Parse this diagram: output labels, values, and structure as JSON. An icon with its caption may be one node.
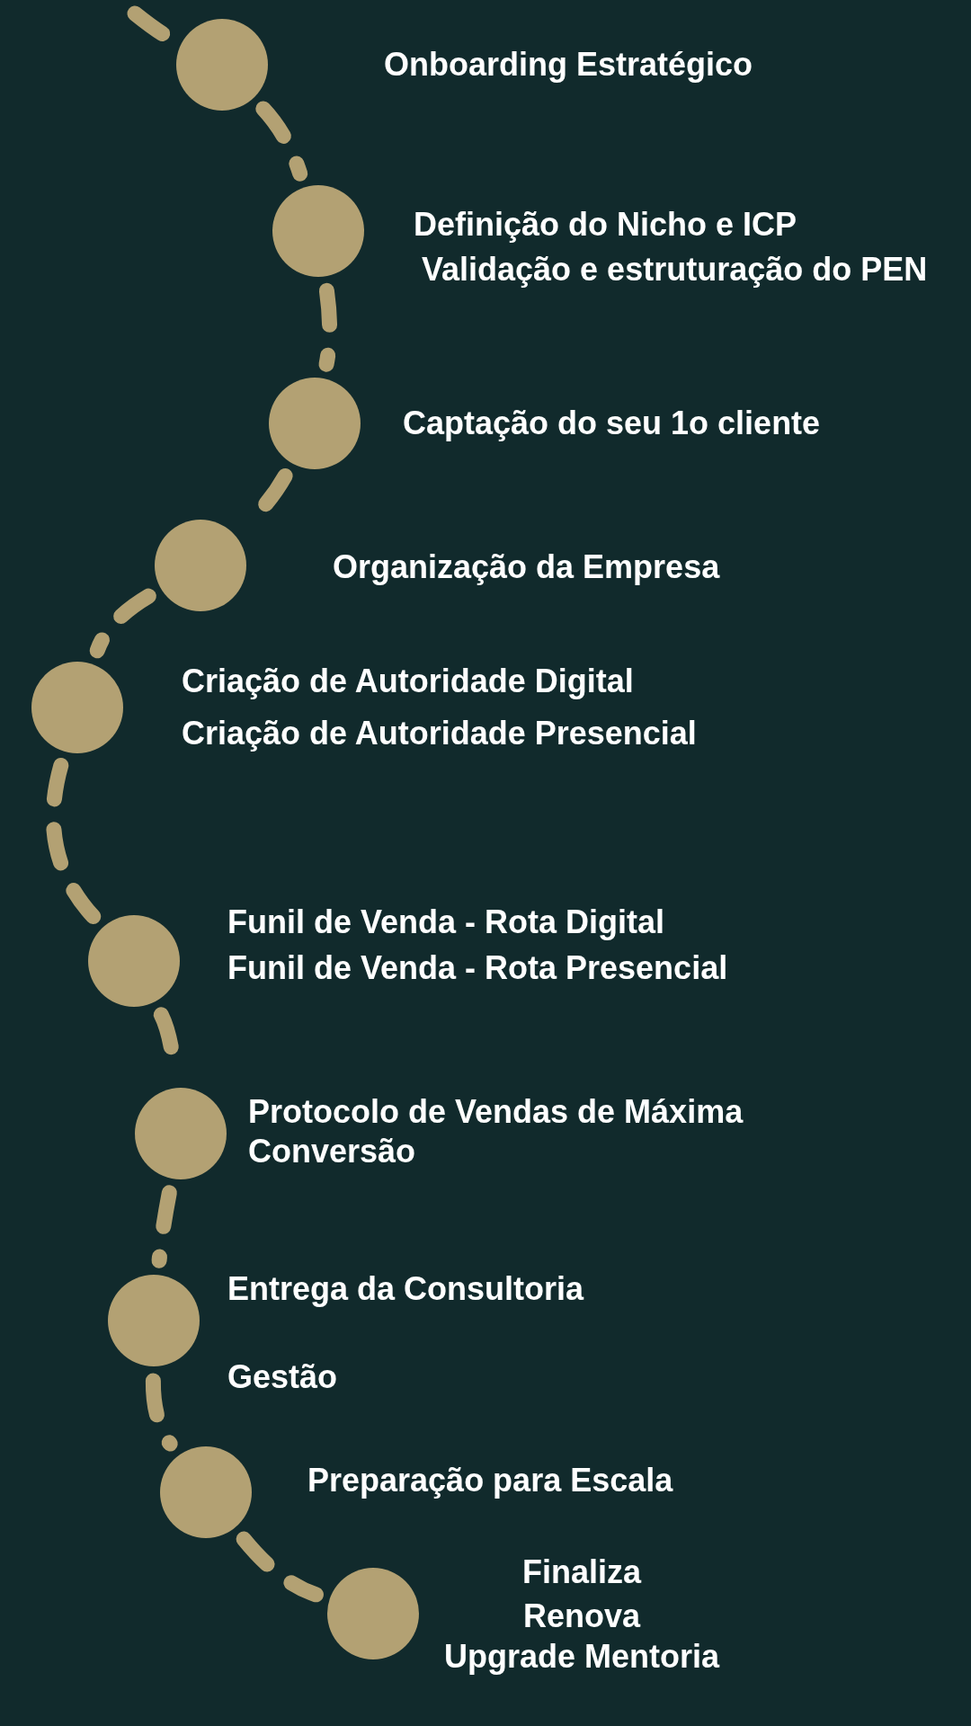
{
  "diagram": {
    "nodes": [
      {
        "text": [],
        "shape": "circle",
        "beside": [
          "Onboarding Estratégico"
        ]
      },
      {
        "text": [],
        "shape": "circle",
        "beside": [
          "Definição do Nicho e ICP",
          "Validação e estruturação do PEN"
        ]
      },
      {
        "text": [],
        "shape": "circle",
        "beside": [
          "Captação do seu 1o cliente"
        ]
      },
      {
        "text": [],
        "shape": "circle",
        "beside": [
          "Organização da Empresa"
        ]
      },
      {
        "text": [],
        "shape": "circle",
        "beside": [
          "Criação de Autoridade Digital",
          "Criação de Autoridade Presencial"
        ]
      },
      {
        "text": [],
        "shape": "circle",
        "beside": [
          "Funil de Venda - Rota Digital",
          "Funil de Venda - Rota Presencial"
        ]
      },
      {
        "text": [],
        "shape": "circle",
        "beside": [
          "Protocolo de Vendas de Máxima Conversão"
        ]
      },
      {
        "text": [],
        "shape": "circle",
        "beside": [
          "Entrega da Consultoria",
          "Gestão"
        ]
      },
      {
        "text": [],
        "shape": "circle",
        "beside": [
          "Preparação para Escala"
        ]
      },
      {
        "text": [],
        "shape": "circle",
        "beside": [
          "Finaliza",
          "Renova",
          "Upgrade Mentoria"
        ]
      }
    ],
    "edges": [
      {
        "from": null,
        "to": 0,
        "arrow": "none",
        "style": "dashed"
      },
      {
        "from": 0,
        "to": 1,
        "arrow": "none",
        "style": "dashed"
      },
      {
        "from": 1,
        "to": 2,
        "arrow": "none",
        "style": "dashed"
      },
      {
        "from": 2,
        "to": 3,
        "arrow": "none",
        "style": "dashed"
      },
      {
        "from": 3,
        "to": 4,
        "arrow": "none",
        "style": "dashed"
      },
      {
        "from": 4,
        "to": 5,
        "arrow": "none",
        "style": "dashed"
      },
      {
        "from": 5,
        "to": 6,
        "arrow": "none",
        "style": "dashed"
      },
      {
        "from": 6,
        "to": 7,
        "arrow": "none",
        "style": "dashed"
      },
      {
        "from": 7,
        "to": 8,
        "arrow": "none",
        "style": "dashed"
      },
      {
        "from": 8,
        "to": 9,
        "arrow": "none",
        "style": "dashed"
      }
    ]
  }
}
